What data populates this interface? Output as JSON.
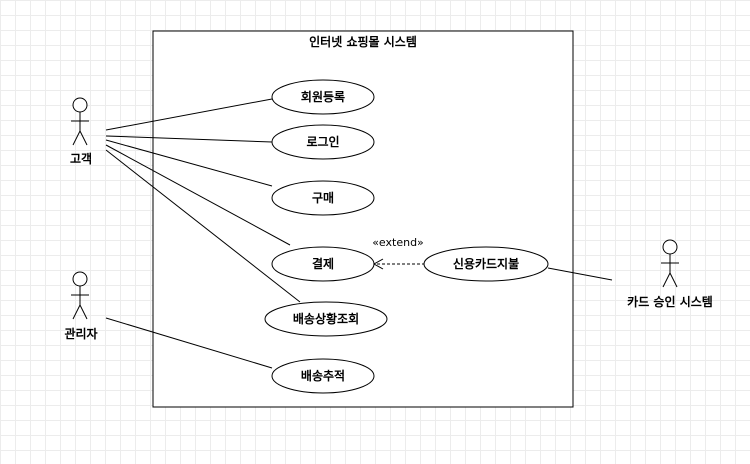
{
  "system": {
    "title": "인터넷 쇼핑몰 시스템"
  },
  "actors": {
    "customer": "고객",
    "admin": "관리자",
    "card_system": "카드 승인 시스템"
  },
  "use_cases": {
    "register": "회원등록",
    "login": "로그인",
    "purchase": "구매",
    "payment": "결제",
    "credit_card": "신용카드지불",
    "shipping_status": "배송상황조회",
    "shipping_track": "배송추적"
  },
  "relations": {
    "extend_label": "«extend»"
  }
}
